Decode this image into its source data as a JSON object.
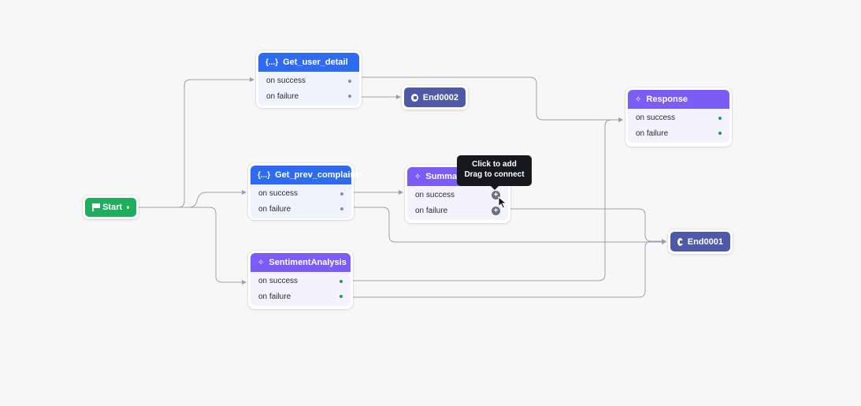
{
  "nodes": {
    "get_user_detail": {
      "title": "Get_user_detail",
      "icon": "{...}",
      "icon_name": "function-icon",
      "rows": [
        "on success",
        "on failure"
      ]
    },
    "get_prev_complaints": {
      "title": "Get_prev_complaints",
      "icon": "{...}",
      "icon_name": "function-icon",
      "rows": [
        "on success",
        "on failure"
      ]
    },
    "sentiment_analysis": {
      "title": "SentimentAnalysis",
      "icon": "sparkle-icon",
      "rows": [
        "on success",
        "on failure"
      ]
    },
    "summary": {
      "title": "Summar",
      "icon": "sparkle-icon",
      "rows": [
        "on success",
        "on failure"
      ]
    },
    "response": {
      "title": "Response",
      "icon": "sparkle-icon",
      "rows": [
        "on success",
        "on failure"
      ]
    }
  },
  "terminals": {
    "start": {
      "label": "Start",
      "icon": "flag-icon"
    },
    "end0002": {
      "label": "End0002",
      "icon": "stop-icon"
    },
    "end0001": {
      "label": "End0001",
      "icon": "stop-icon"
    }
  },
  "tooltip": {
    "line1": "Click to add",
    "line2": "Drag to connect"
  },
  "colors": {
    "function_header": "#2f6bf1",
    "ai_header": "#7b5cf5",
    "end_node": "#4e5aa8",
    "start_node": "#1fad5e",
    "edge": "#9ca0ab",
    "success_dot": "#16a34a"
  }
}
